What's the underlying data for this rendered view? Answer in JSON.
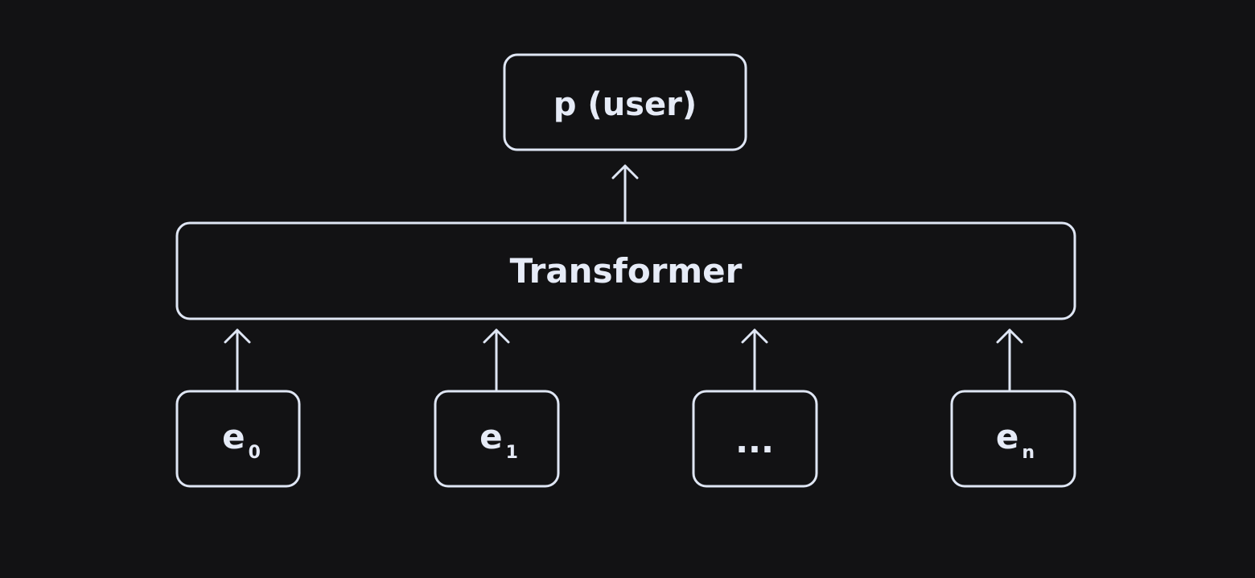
{
  "output_node": {
    "label": "p (user)"
  },
  "encoder_node": {
    "label": "Transformer"
  },
  "input_tokens": [
    {
      "base": "e",
      "sub": "0"
    },
    {
      "base": "e",
      "sub": "1"
    },
    {
      "base": "...",
      "sub": ""
    },
    {
      "base": "e",
      "sub": "n"
    }
  ],
  "colors": {
    "background": "#121214",
    "stroke": "#dfe6f4",
    "text": "#e6ebf7"
  }
}
